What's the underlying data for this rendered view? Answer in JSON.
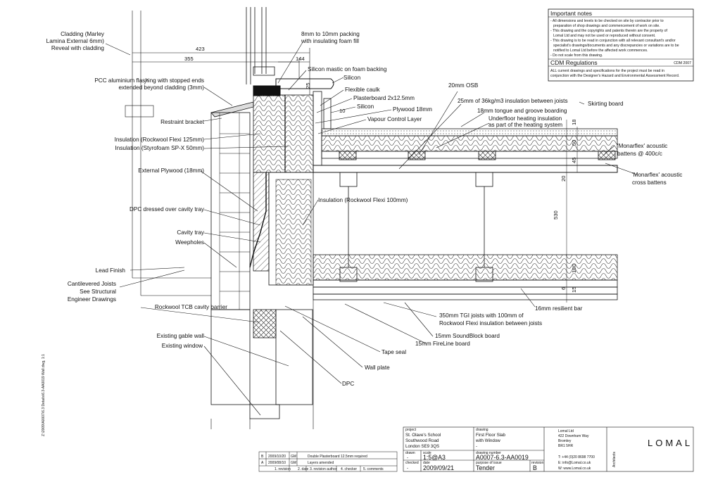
{
  "drawing": {
    "dimensions": {
      "d423": "423",
      "d355": "355",
      "d144": "144",
      "d25": "25",
      "d10": "10",
      "d18": "18",
      "d50": "50",
      "d45": "45",
      "d20": "20",
      "d530": "530",
      "d100": "100",
      "d6": "6",
      "d15": "15"
    },
    "labels": {
      "cladding1": "Cladding (Marley",
      "cladding2": "Lamina External 6mm)",
      "cladding3": "Reveal with cladding",
      "packing1": "8mm to 10mm packing",
      "packing2": "with insulating foam fill",
      "pcc1": "PCC aluminium flashing  with stopped ends",
      "pcc2": "extended beyond cladding (3mm)",
      "silicon_mastic": "Silicon mastic on foam backing",
      "silicon1": "Silicon",
      "flexible_caulk": "Flexible caulk",
      "plasterboard": "Plasterboard 2x12.5mm",
      "silicon2": "Silicon",
      "plywood": "Plywood 18mm",
      "vcl": "Vapour Control Layer",
      "osb": "20mm OSB",
      "insul_joists": "25mm of 36kg/m3 insulation between joists",
      "skirting": "Skirting board",
      "tongue1": "18mm tongue and groove boarding",
      "tongue2": "Underfloor heating insulation",
      "tongue3": "as part of the heating system",
      "restraint": "Restraint bracket",
      "rockwool125": "Insulation (Rockwool Flexi 125mm)",
      "styrofoam": "Insulation (Styrofoam SP-X 50mm)",
      "monarflex1a": "'Monarflex' acoustic",
      "monarflex1b": "battens @ 400c/c",
      "ext_plywood": "External Plywood (18mm)",
      "monarflex2a": "'Monarflex' acoustic",
      "monarflex2b": "cross battens",
      "rockwool100": "Insulation (Rockwool Flexi 100mm)",
      "dpc_dressed": "DPC dressed over cavity tray",
      "cavity_tray": "Cavity tray",
      "weepholes": "Weepholes",
      "lead_finish": "Lead Finish",
      "cant1": "Cantilevered Joists",
      "cant2": "See Structural",
      "cant3": "Engineer Drawings",
      "resilient": "16mm resilient bar",
      "rockwool_tcb": "Rockwool TCB cavity barrier",
      "tgi1": "350mm TGI joists with 100mm of",
      "tgi2": "Rockwool Flexi insulation between joists",
      "soundblock": "15mm SoundBlock board",
      "fireline": "15mm FireLine board",
      "gable": "Existing gable wall",
      "window": "Existing window",
      "tape": "Tape seal",
      "wallplate": "Wall plate",
      "dpc": "DPC"
    },
    "side_text": "Z:\\2009\\A0007\\6.3 Details\\6.3-AA0019 Wall.dwg, 1:1"
  },
  "notes": {
    "important_title": "Important notes",
    "lines": [
      "- All dimensions and levels to be checked on site by contractor prior to",
      "preparation of shop drawings and commencement of work on site.",
      "- This drawing and the copyrights and patents therein are the property of",
      "Lomal Ltd and may not be used or reproduced without consent.",
      "- This drawing is to be read in conjunction with all relevant consultant's and/or",
      "specialist's drawings/documents and any discrepancies or variations are to be",
      "notified to Lomal Ltd before the affected work commences.",
      "- Do not scale from this drawing."
    ],
    "cdm_title": "CDM Regulations",
    "cdm_code": "CDM 2007",
    "cdm_lines": [
      "ALL current drawings and specifications for the project must be read in",
      "conjunction with the Designer's Hazard and Environmental Assessment Record."
    ]
  },
  "revisions": {
    "rows": [
      {
        "rev": "B",
        "date": "2009/10/20",
        "author": "GM",
        "comment": "Double Plasterboard 12.5mm required"
      },
      {
        "rev": "A",
        "date": "2009/08/10",
        "author": "GM",
        "comment": "Layers amended"
      }
    ],
    "headers": [
      "1. revision",
      "2. date",
      "3. revision author",
      "4. checker",
      "5. comments"
    ]
  },
  "title_block": {
    "project_label": "project",
    "project_lines": [
      "St. Olave's School",
      "Southwood Road",
      "London SE9 3QS"
    ],
    "drawn_label": "drawn",
    "drawn": "-",
    "scale_label": "scale",
    "scale": "1:5@A3",
    "checked_label": "checked",
    "checked": "-",
    "date_label": "date",
    "date": "2009/09/21",
    "drawing_label": "drawing",
    "drawing_lines": [
      "First Floor Slab",
      "with Window",
      "-"
    ],
    "number_label": "drawing number",
    "number": "A0007-6.3-AA0019",
    "purpose_label": "purpose of issue",
    "purpose": "Tender",
    "revision_label": "revision",
    "revision": "B",
    "company_lines": [
      "Lomal Ltd",
      "422 Downham Way",
      "Bromley",
      "BR1 5HR"
    ],
    "tel": "T:  +44 (0)20 8698 7700",
    "email": "E:  info@Lomal.co.uk",
    "web": "W: www.Lomal.co.uk",
    "architects": "Architects",
    "logo": "LOMAL"
  }
}
